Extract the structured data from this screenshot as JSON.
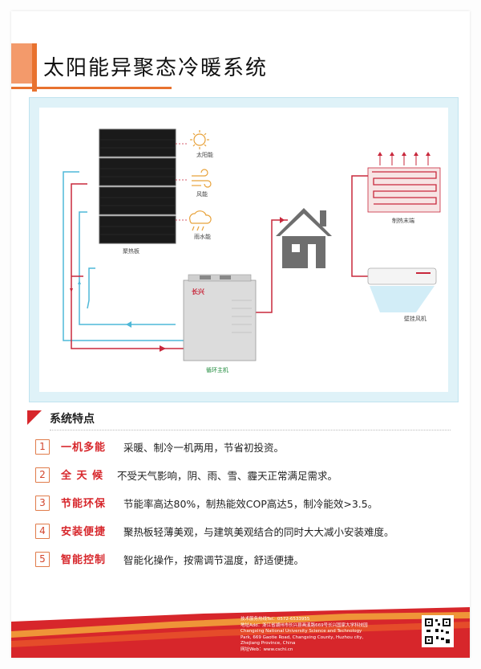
{
  "title": "太阳能异聚态冷暖系统",
  "diagram": {
    "weather_labels": [
      "太阳能",
      "风能",
      "雨水能"
    ],
    "panel_label": "聚热板",
    "floor_label": "制热末端",
    "ac_label": "壁挂风机",
    "unit_label": "循环主机",
    "colors": {
      "hot": "#c8283c",
      "cold": "#4fb8d8",
      "panel": "#1a1a1a",
      "house": "#6e6e6e"
    }
  },
  "features": {
    "heading": "系统特点",
    "items": [
      {
        "num": "1",
        "name": "一机多能",
        "desc": "采暖、制冷一机两用，节省初投资。"
      },
      {
        "num": "2",
        "name": "全 天 候",
        "desc": "不受天气影响，阴、雨、雪、霾天正常满足需求。"
      },
      {
        "num": "3",
        "name": "节能环保",
        "desc": "节能率高达80%，制热能效COP高达5，制冷能效>3.5。"
      },
      {
        "num": "4",
        "name": "安装便捷",
        "desc": "聚热板轻薄美观，与建筑美观结合的同时大大减小安装难度。"
      },
      {
        "num": "5",
        "name": "智能控制",
        "desc": "智能化操作，按需调节温度，舒适便捷。"
      }
    ]
  },
  "footer": {
    "lines": [
      "技术服务热线Tel：0572-6533955",
      "地址Add：浙江省湖州市长兴县画溪路669号长兴国家大学科技园",
      "Changxing National University Science and Technology",
      "Park, 669 Gaotie Road, Changxing County, Huzhou city,",
      "Zhejiang Province, China",
      "网址Web：www.cschi.cn"
    ]
  }
}
